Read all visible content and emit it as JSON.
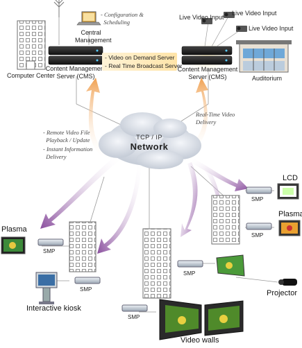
{
  "top_left": {
    "config_note": "- Configuration &\n  Scheduling",
    "central_management": "Central\nManagement",
    "computer_center": "Computer Center",
    "cms_left": "Content Management\nServer (CMS)",
    "vod_server": "- Video on Demand Server",
    "broadcast_server": "- Real Time Broadcast Server"
  },
  "top_right": {
    "live_video_input_1": "Live Video Input",
    "live_video_input_2": "Live Video Input",
    "live_video_input_3": "Live Video Input",
    "cms_right": "Content Management\nServer (CMS)",
    "auditorium": "Auditorium"
  },
  "network": {
    "line1": "TCP / IP",
    "line2": "Network"
  },
  "annotations": {
    "remote_playback": "- Remote Video File\n  Playback / Update",
    "instant_info": "- Instant Information\n  Delivery",
    "realtime_delivery": "Real-Time Video\nDelivery"
  },
  "endpoints": {
    "lcd": "LCD",
    "plasma_right": "Plasma",
    "plasma_left": "Plasma",
    "interactive_kiosk": "Interactive kiosk",
    "projector": "Projector",
    "video_walls": "Video walls",
    "smp": "SMP"
  },
  "colors": {
    "orange_arrow": "#f0a050",
    "purple_arrow": "#8a4f9e",
    "cloud": "#d8dde6",
    "server_dark": "#1e1e1e",
    "building_outline": "#6b6b6b"
  }
}
